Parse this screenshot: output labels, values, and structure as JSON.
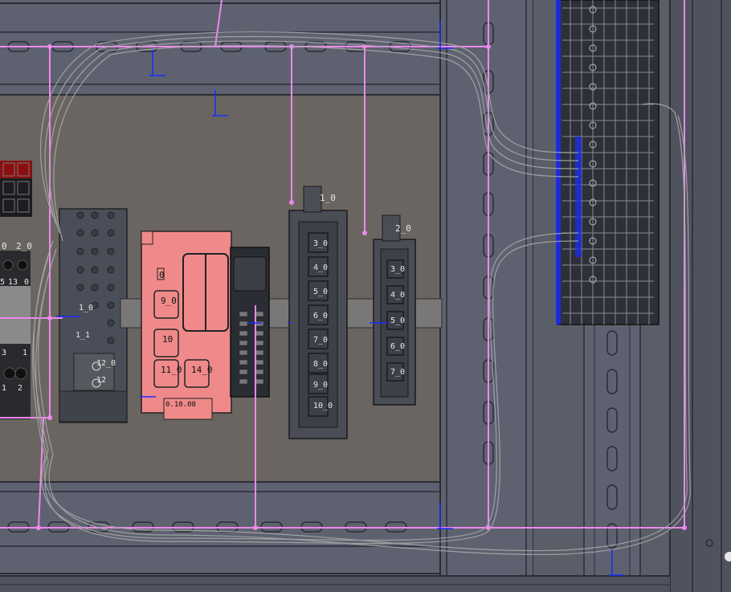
{
  "viewport": {
    "name": "electrical-panel-3d-view"
  },
  "colors": {
    "background": "#565a64",
    "panel_plate": "#6b6560",
    "duct": "#5e6270",
    "wire_route": "#ee88ee",
    "axis_marker": "#1a2cff",
    "selected_component": "#f08a8a",
    "wire_bundle": "#a8a8a8"
  },
  "labels": {
    "relay_left_2_0": "2_0",
    "relay_left_top_0": "0",
    "relay_left_5": "5",
    "relay_left_13": "13",
    "relay_left_0": "0",
    "relay_left_3": "3",
    "relay_left_1": "1",
    "relay_left_b1": "1",
    "relay_left_b2": "2",
    "terminal_11_0": "1_0",
    "terminal_1_1": "1_1",
    "terminal_12_0": "12_0",
    "terminal_12": "12",
    "red_module_0": "0",
    "red_module_9_0": "9_0",
    "red_module_10": "10",
    "red_module_11_0": "11_0",
    "red_module_14_0": "14_0",
    "red_module_bottom": "0.10.08",
    "switch_a_top": "1_0",
    "switch_a_ports": [
      "3_0",
      "4_0",
      "5_0",
      "6_0",
      "7_0",
      "8_0",
      "9_0",
      "10_0"
    ],
    "switch_b_top": "2_0",
    "switch_b_ports": [
      "3_0",
      "4_0",
      "5_0",
      "6_0",
      "7_0"
    ]
  }
}
